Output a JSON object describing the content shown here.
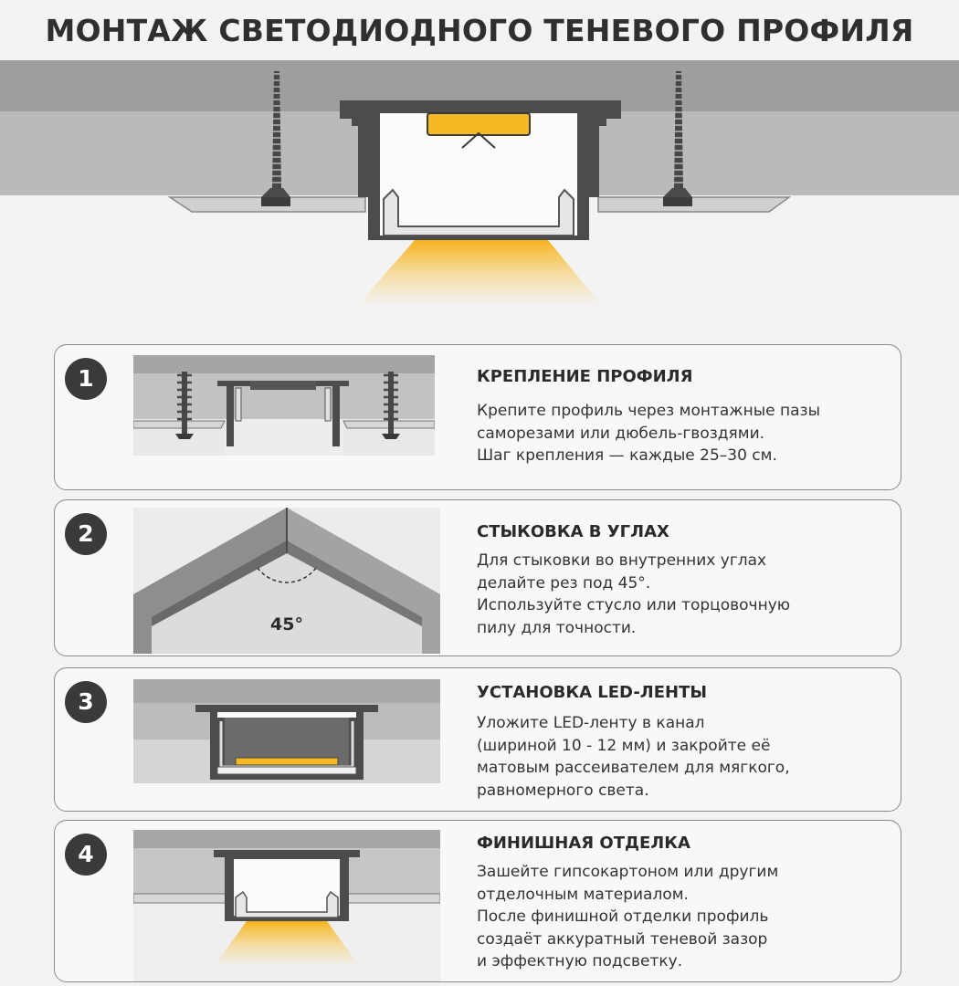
{
  "title": "МОНТАЖ СВЕТОДИОДНОГО ТЕНЕВОГО ПРОФИЛЯ",
  "colors": {
    "led": "#f4b922",
    "glow": "#f7c33b",
    "profile": "#4d4d4d",
    "ceiling": "#b9b9b9",
    "slab": "#9d9d9d"
  },
  "steps": [
    {
      "number": "1",
      "title": "КРЕПЛЕНИЕ ПРОФИЛЯ",
      "lines": [
        "Крепите профиль через монтажные пазы",
        "саморезами или дюбель-гвоздями.",
        "Шаг крепления — каждые 25–30 см."
      ]
    },
    {
      "number": "2",
      "title": "СТЫКОВКА В УГЛАХ",
      "angle_label": "45°",
      "lines": [
        "Для стыковки во внутренних углах",
        "делайте рез под 45°.",
        "Используйте стусло или торцовочную",
        "пилу для точности."
      ]
    },
    {
      "number": "3",
      "title": "УСТАНОВКА LED-ЛЕНТЫ",
      "lines": [
        "Уложите LED-ленту в канал",
        "(шириной 10 - 12 мм) и закройте её",
        "матовым рассеивателем для мягкого,",
        "равномерного света."
      ]
    },
    {
      "number": "4",
      "title": "ФИНИШНАЯ ОТДЕЛКА",
      "lines": [
        "Зашейте гипсокартоном или другим",
        "отделочным материалом.",
        "После финишной отделки профиль",
        "создаёт аккуратный теневой зазор",
        "и эффектную подсветку."
      ]
    }
  ]
}
